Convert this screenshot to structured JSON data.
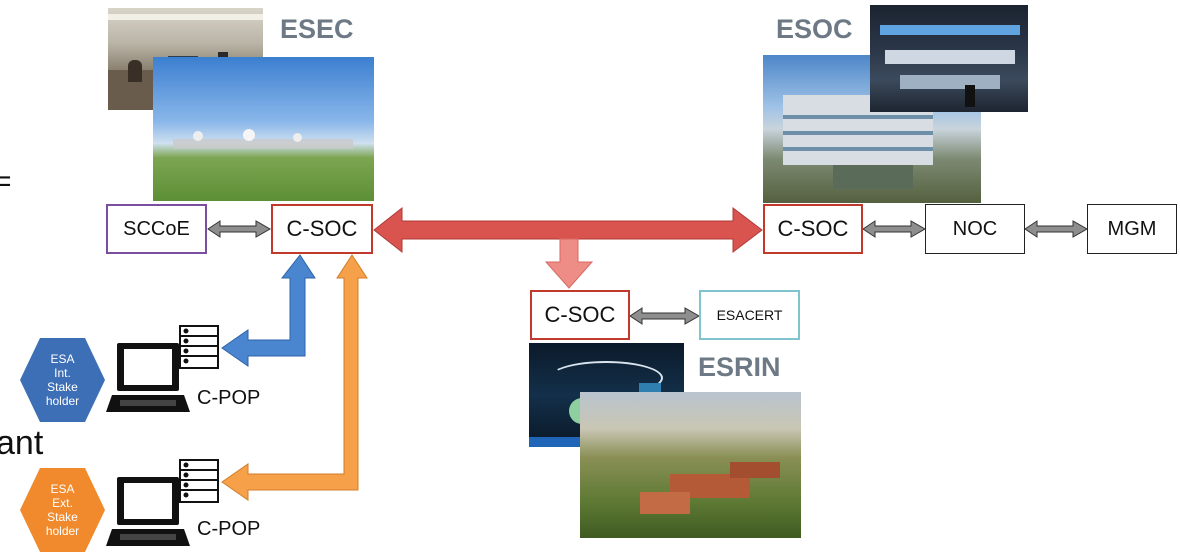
{
  "sites": {
    "esec": "ESEC",
    "esoc": "ESOC",
    "esrin": "ESRIN"
  },
  "nodes": {
    "sccoe": "SCCoE",
    "csoc_esec": "C-SOC",
    "csoc_esoc": "C-SOC",
    "noc": "NOC",
    "mgm": "MGM",
    "csoc_esrin": "C-SOC",
    "esacert": "ESACERT"
  },
  "stakeholders": [
    {
      "lines": [
        "ESA",
        "Int.",
        "Stake",
        "holder"
      ],
      "color": "#3d6fb6",
      "pop_label": "C-POP"
    },
    {
      "lines": [
        "ESA",
        "Ext.",
        "Stake",
        "holder"
      ],
      "color": "#f08a2c",
      "pop_label": "C-POP"
    }
  ],
  "cropped_text": {
    "left_mark": "=",
    "left_word": "ant"
  },
  "colors": {
    "red_arrow": "#d9534f",
    "blue_arrow": "#4a86d0",
    "orange_arrow": "#f6a04a",
    "grey_arrow": "#8e8e8e"
  },
  "icons": [
    "laptop-icon",
    "server-rack-icon",
    "double-arrow-icon"
  ]
}
